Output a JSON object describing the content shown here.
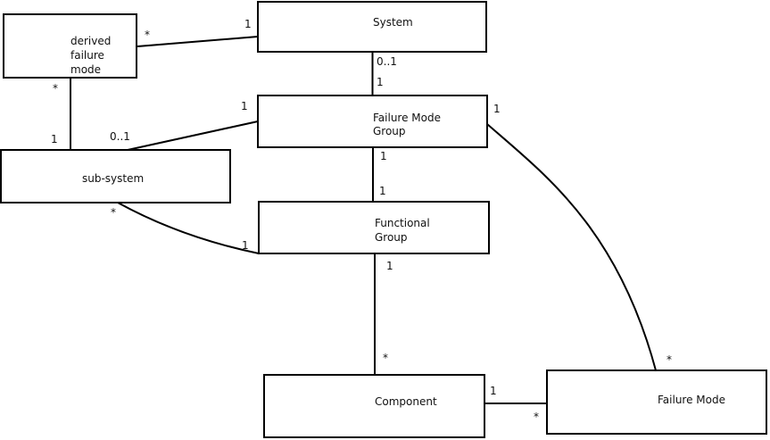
{
  "colors": {
    "background": "#ffffff",
    "box_fill": "#ffffff",
    "box_border": "#000000",
    "edge": "#000000",
    "text": "#111111"
  },
  "boxes": {
    "derived_failure_mode": {
      "label": "derived\nfailure\nmode"
    },
    "system": {
      "label": "System"
    },
    "failure_mode_group": {
      "label": "Failure Mode\nGroup"
    },
    "sub_system": {
      "label": "sub-system"
    },
    "functional_group": {
      "label": "Functional\nGroup"
    },
    "component": {
      "label": "Component"
    },
    "failure_mode": {
      "label": "Failure Mode"
    }
  },
  "relationships": [
    {
      "from": "derived_failure_mode",
      "to": "system",
      "from_mult": "*",
      "to_mult": "1"
    },
    {
      "from": "derived_failure_mode",
      "to": "sub_system",
      "from_mult": "*",
      "to_mult": "1"
    },
    {
      "from": "system",
      "to": "failure_mode_group",
      "from_mult": "0..1",
      "to_mult": "1"
    },
    {
      "from": "failure_mode_group",
      "to": "sub_system",
      "from_mult": "1",
      "to_mult": "0..1"
    },
    {
      "from": "failure_mode_group",
      "to": "functional_group",
      "from_mult": "1",
      "to_mult": "1"
    },
    {
      "from": "sub_system",
      "to": "functional_group",
      "from_mult": "*",
      "to_mult": "1"
    },
    {
      "from": "failure_mode_group",
      "to": "failure_mode",
      "from_mult": "1",
      "to_mult": "*"
    },
    {
      "from": "functional_group",
      "to": "component",
      "from_mult": "1",
      "to_mult": "*"
    },
    {
      "from": "component",
      "to": "failure_mode",
      "from_mult": "1",
      "to_mult": "*"
    }
  ]
}
